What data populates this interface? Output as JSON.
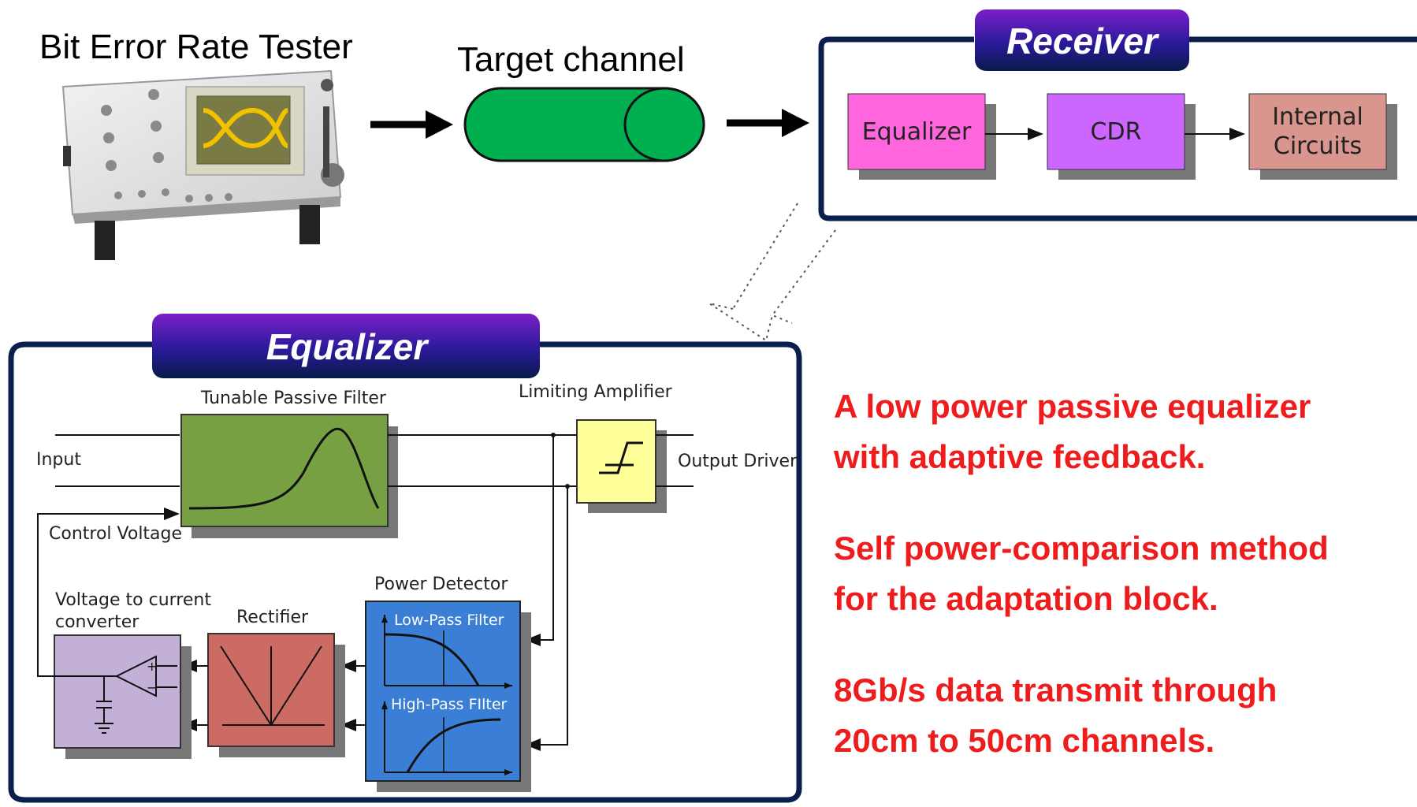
{
  "top": {
    "tester_label": "Bit Error Rate Tester",
    "channel_label": "Target channel",
    "receiver_title": "Receiver",
    "blocks": [
      "Equalizer",
      "CDR",
      "Internal",
      "Circuits"
    ]
  },
  "equalizer": {
    "title": "Equalizer",
    "labels": {
      "tunable_filter": "Tunable Passive Filter",
      "limiting_amp": "Limiting Amplifier",
      "input": "Input",
      "output_driver": "Output Driver",
      "control_voltage": "Control Voltage",
      "power_detector": "Power Detector",
      "vtoi_1": "Voltage to current",
      "vtoi_2": "converter",
      "rectifier": "Rectifier",
      "lpf": "Low-Pass Filter",
      "hpf": "High-Pass FIlter"
    }
  },
  "notes": {
    "n1": "A  low power passive equalizer\nwith adaptive feedback.",
    "n2": "Self power-comparison method\nfor the adaptation block.",
    "n3": "8Gb/s data transmit through\n20cm to 50cm channels."
  },
  "colors": {
    "navy": "#0b1f4f",
    "equalizer_block": "#ff66dd",
    "cdr_block": "#cc66ff",
    "circuits_block": "#d9968e",
    "channel": "#00b050",
    "filter": "#77a043",
    "limiter": "#ffff99",
    "detector": "#3a7fd5",
    "rectifier": "#cc6b63",
    "vtoi": "#c3b0d6",
    "note_red": "#ee1c1c"
  }
}
